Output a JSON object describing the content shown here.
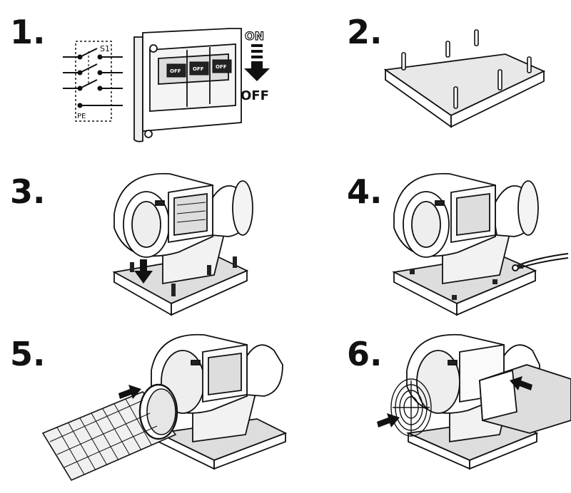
{
  "steps": [
    {
      "number": "1."
    },
    {
      "number": "2."
    },
    {
      "number": "3."
    },
    {
      "number": "4."
    },
    {
      "number": "5."
    },
    {
      "number": "6."
    }
  ],
  "switch_panel": {
    "switch_label": "S1",
    "earth_label": "PE",
    "breaker_labels": [
      "OFF",
      "OFF",
      "OFF"
    ],
    "on_label": "ON",
    "off_label": "OFF"
  }
}
